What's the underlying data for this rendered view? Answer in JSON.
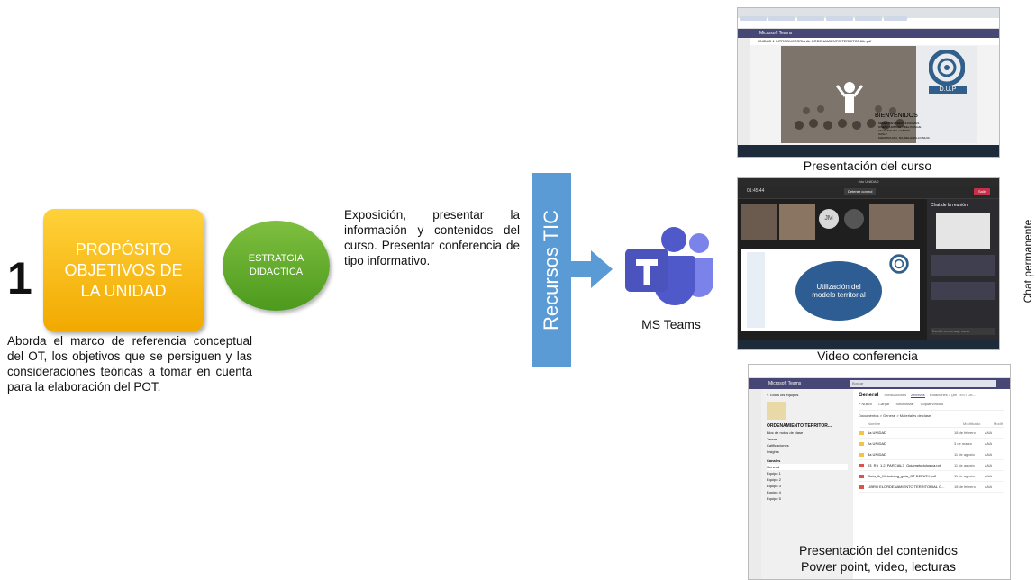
{
  "step_number": "1",
  "purpose_box": {
    "label": "PROPÓSITO\nOBJETIVOS DE\nLA UNIDAD"
  },
  "purpose_description": "Aborda el marco de referencia conceptual del OT, los objetivos que se persiguen y las consideraciones teóricas a tomar en cuenta para la elaboración del POT.",
  "strategy": {
    "label": "ESTRATGIA\nDIDACTICA"
  },
  "strategy_description": "Exposición, presentar la información y contenidos del curso. Presentar conferencia de tipo informativo.",
  "resources": {
    "label": "Recursos TIC",
    "tool_label": "MS Teams"
  },
  "screens": {
    "course": {
      "caption": "Presentación del curso",
      "app_name": "Microsoft Teams",
      "file_title": "UNIDAD 1 INTRODUCTORIA AL ORDENAMIENTO TERRITORIAL.pdf",
      "slide_logo": "D.U.P",
      "slide_heading": "BIENVENIDOS",
      "slide_lines": [
        "SEMESTRE ENERO-JUNIO 2021",
        "DISEÑO URBANO Y DEL PAISAJE",
        "FACULTAD DEL HABITAT",
        "UASLP",
        "MAESTRA ANA. MA. DELGADILLO SILVA"
      ]
    },
    "video": {
      "caption": "Video conferencia",
      "window_title": "2do UNIDAD",
      "time": "01:45:44",
      "share_button": "Detener control",
      "leave_button": "Salir",
      "chat_title": "Chat de la reunión",
      "slide_title": "Utilización del modelo territorial",
      "chat_input": "Escribe un mensaje nuevo"
    },
    "content": {
      "caption_line1": "Presentación del contenidos",
      "caption_line2": "Power point, video, lecturas",
      "app_name": "Microsoft Teams",
      "search_placeholder": "Buscar",
      "back_link": "< Todos los equipos",
      "team_name": "ORDENAMIENTO TERRITOR...",
      "side_links": [
        "Bloc de notas de clase",
        "Tareas",
        "Calificaciones",
        "Insights"
      ],
      "channels_header": "Canales",
      "channels": [
        "General",
        "Equipo 1",
        "Equipo 2",
        "Equipo 3",
        "Equipo 4",
        "Equipo 5"
      ],
      "channel_title": "General",
      "channel_tabs": [
        "Publicaciones",
        "Archivos",
        "Rotaciones 1 (an TEST OE..."
      ],
      "toolbar": [
        "+ Nuevo",
        "Cargar",
        "Sincronizar",
        "Copiar vínculo"
      ],
      "breadcrumb": "Documentos > General > Materiales de clase",
      "table_headers": [
        "Nombre",
        "Modificado",
        "Modif"
      ],
      "files": [
        {
          "name": "1a UNIDAD",
          "modified": "18 de febrero",
          "by": "ANA",
          "type": "folder"
        },
        {
          "name": "2a UNIDAD",
          "modified": "3 de marzo",
          "by": "ANA",
          "type": "folder"
        },
        {
          "name": "3a UNIDAD",
          "modified": "11 de agosto",
          "by": "ANA",
          "type": "folder"
        },
        {
          "name": "03_R3_1.2_PARCIAL3_Guiametodologica.pdf",
          "modified": "11 de agosto",
          "by": "ANA",
          "type": "pdf"
        },
        {
          "name": "Guía_ib_Metodolog_guía_OT DEPATH.pdf",
          "modified": "11 de agosto",
          "by": "ANA",
          "type": "pdf"
        },
        {
          "name": "LIBRO ELORDENAMIENTO TERRITORIAL G...",
          "modified": "18 de febrero",
          "by": "ANA",
          "type": "pdf"
        }
      ]
    },
    "side_label": "Chat permanente"
  },
  "colors": {
    "purpose": "#f5b800",
    "strategy": "#5aa627",
    "resources": "#5b9bd5",
    "teams": "#5059c9"
  }
}
